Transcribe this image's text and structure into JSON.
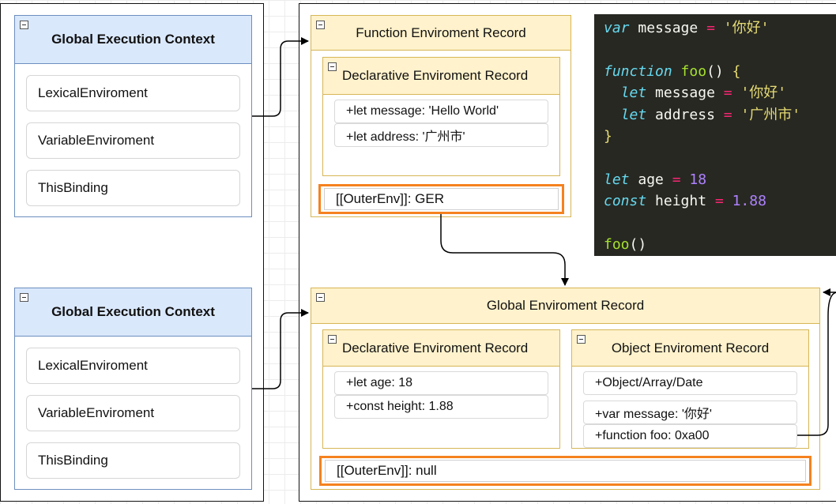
{
  "contexts": [
    {
      "title": "Global Execution Context",
      "fields": [
        "LexicalEnviroment",
        "VariableEnviroment",
        "ThisBinding"
      ]
    },
    {
      "title": "Global Execution Context",
      "fields": [
        "LexicalEnviroment",
        "VariableEnviroment",
        "ThisBinding"
      ]
    }
  ],
  "function_record": {
    "title": "Function Enviroment Record",
    "declarative": {
      "title": "Declarative Enviroment Record",
      "entries": [
        "+let message: 'Hello World'",
        "+let address: '广州市'"
      ]
    },
    "outer_env": "[[OuterEnv]]: GER"
  },
  "global_record": {
    "title": "Global Enviroment Record",
    "declarative": {
      "title": "Declarative Enviroment Record",
      "entries": [
        "+let age: 18",
        "+const height: 1.88"
      ]
    },
    "object": {
      "title": "Object Enviroment Record",
      "entries": [
        "+Object/Array/Date",
        "+var message: '你好'",
        "+function foo: 0xa00"
      ]
    },
    "outer_env": "[[OuterEnv]]: null"
  },
  "code": {
    "kw_var": "var",
    "kw_function": "function",
    "kw_let": "let",
    "kw_const": "const",
    "id_message": "message",
    "id_address": "address",
    "id_age": "age",
    "id_height": "height",
    "fn_foo": "foo",
    "op_assign": "=",
    "str_nihao": "'你好'",
    "str_guangzhou": "'广州市'",
    "num_age": "18",
    "num_height": "1.88",
    "parens": "()",
    "brace_open": "{",
    "brace_close": "}"
  },
  "colors": {
    "context_border": "#6c8ebf",
    "context_header": "#dae8fc",
    "record_border": "#d6b656",
    "record_header": "#fff2cc",
    "outer_env_highlight": "#f5821f",
    "code_background": "#272822"
  }
}
